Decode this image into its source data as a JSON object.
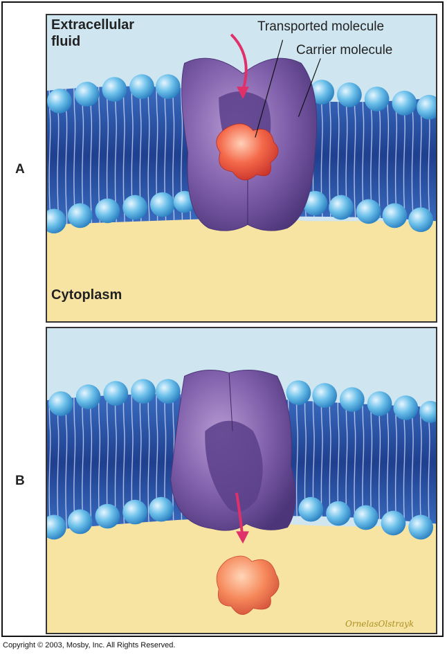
{
  "panels": {
    "a": {
      "letter": "A"
    },
    "b": {
      "letter": "B"
    }
  },
  "labels": {
    "extracellular_line1": "Extracellular",
    "extracellular_line2": "fluid",
    "cytoplasm": "Cytoplasm",
    "transported_molecule": "Transported molecule",
    "carrier_molecule": "Carrier molecule"
  },
  "artist_signature": "OrnelasOlstrayk",
  "copyright": "Copyright © 2003, Mosby, Inc. All Rights Reserved.",
  "colors": {
    "extracellular": "#cfe6f0",
    "cytoplasm": "#f7e4a2",
    "membrane_core": "#2f54a8",
    "lipid_head": "#5fb4e2",
    "carrier_protein": "#7a5aa6",
    "transported_molecule": "#f06548",
    "arrow": "#e0306a"
  },
  "icons": {
    "arrow_into_carrier": "curved-arrow-down",
    "arrow_out_of_carrier": "arrow-down"
  }
}
